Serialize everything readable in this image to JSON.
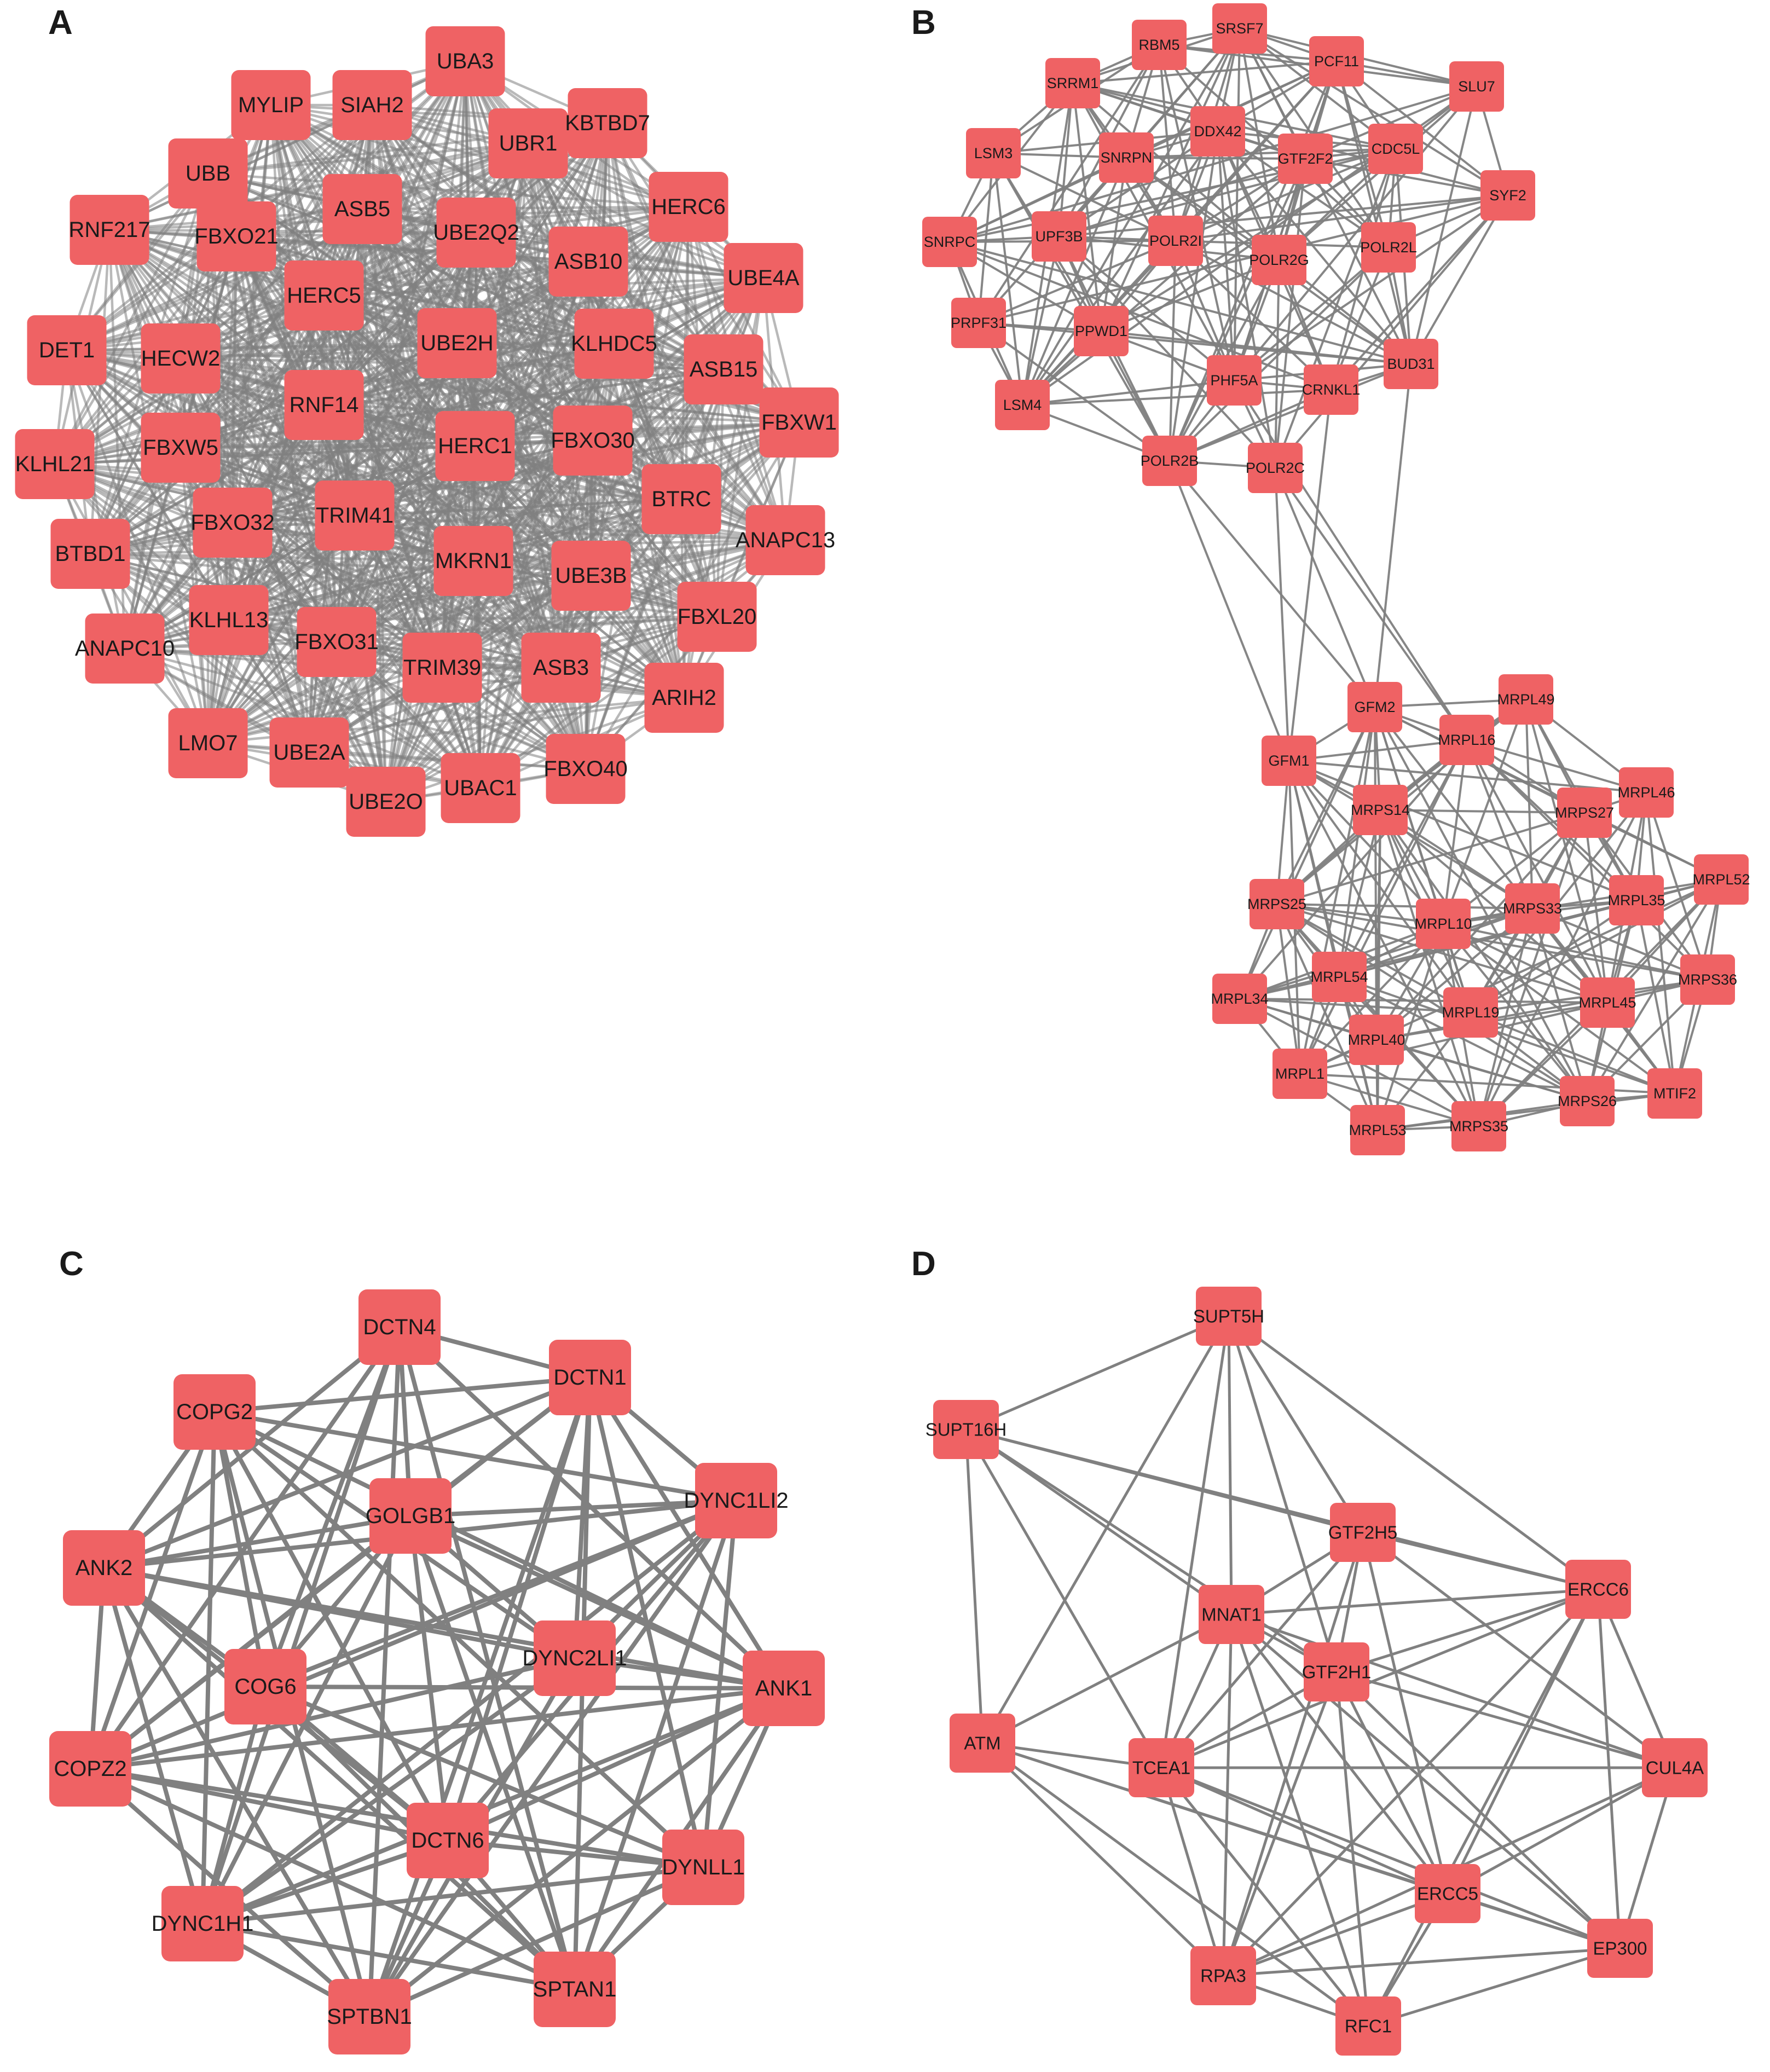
{
  "figure": {
    "background": "#ffffff",
    "node_color": "#ef6264",
    "edge_color": "#808080",
    "label_color": "#1a1a1a"
  },
  "panels": [
    {
      "id": "A",
      "letter": "A",
      "nodes": [
        "UBA3",
        "SIAH2",
        "MYLIP",
        "UBR1",
        "KBTBD7",
        "UBB",
        "ASB5",
        "UBE2Q2",
        "HERC6",
        "RNF217",
        "FBXO21",
        "HERC5",
        "ASB10",
        "UBE4A",
        "DET1",
        "HECW2",
        "UBE2H",
        "KLHDC5",
        "ASB15",
        "RNF14",
        "FBXW1",
        "KLHL21",
        "FBXW5",
        "HERC1",
        "FBXO30",
        "FBXO32",
        "TRIM41",
        "BTRC",
        "ANAPC13",
        "BTBD1",
        "MKRN1",
        "UBE3B",
        "KLHL13",
        "FBXL20",
        "ANAPC10",
        "FBXO31",
        "TRIM39",
        "ASB3",
        "ARIH2",
        "LMO7",
        "UBE2A",
        "FBXO40",
        "UBAC1",
        "UBE2O"
      ],
      "edge_density": "dense",
      "edges": []
    },
    {
      "id": "B",
      "letter": "B",
      "nodes": [
        "SRSF7",
        "RBM5",
        "PCF11",
        "SRRM1",
        "SLU7",
        "DDX42",
        "LSM3",
        "SNRPN",
        "GTF2F2",
        "CDC5L",
        "SYF2",
        "SNRPC",
        "UPF3B",
        "POLR2I",
        "POLR2G",
        "POLR2L",
        "PRPF31",
        "PPWD1",
        "PHF5A",
        "CRNKL1",
        "BUD31",
        "LSM4",
        "POLR2B",
        "POLR2C",
        "MRPL49",
        "GFM2",
        "MRPL16",
        "GFM1",
        "MRPL46",
        "MRPS14",
        "MRPS27",
        "MRPL52",
        "MRPS25",
        "MRPS33",
        "MRPL35",
        "MRPL10",
        "MRPS36",
        "MRPL54",
        "MRPL34",
        "MRPL19",
        "MRPL45",
        "MRPL40",
        "MRPL1",
        "MTIF2",
        "MRPS26",
        "MRPL53",
        "MRPS35"
      ],
      "edge_density": "two-clusters",
      "edges": [
        [
          "POLR2B",
          "GFM1"
        ],
        [
          "POLR2B",
          "GFM2"
        ],
        [
          "POLR2C",
          "GFM1"
        ],
        [
          "POLR2C",
          "MRPL16"
        ],
        [
          "CRNKL1",
          "GFM1"
        ],
        [
          "BUD31",
          "GFM2"
        ],
        [
          "PHF5A",
          "MRPL16"
        ],
        [
          "POLR2C",
          "GFM2"
        ]
      ]
    },
    {
      "id": "C",
      "letter": "C",
      "nodes": [
        "DCTN4",
        "DCTN1",
        "COPG2",
        "GOLGB1",
        "DYNC1LI2",
        "ANK2",
        "DYNC2LI1",
        "COG6",
        "ANK1",
        "COPZ2",
        "DCTN6",
        "DYNLL1",
        "DYNC1H1",
        "SPTAN1",
        "SPTBN1"
      ],
      "edge_density": "full",
      "edges": []
    },
    {
      "id": "D",
      "letter": "D",
      "nodes": [
        "SUPT5H",
        "SUPT16H",
        "GTF2H5",
        "ERCC6",
        "MNAT1",
        "GTF2H1",
        "ATM",
        "TCEA1",
        "CUL4A",
        "ERCC5",
        "EP300",
        "RPA3",
        "RFC1"
      ],
      "edge_density": "explicit",
      "edges": [
        [
          "SUPT5H",
          "SUPT16H"
        ],
        [
          "SUPT5H",
          "MNAT1"
        ],
        [
          "SUPT5H",
          "GTF2H1"
        ],
        [
          "SUPT5H",
          "ERCC6"
        ],
        [
          "SUPT5H",
          "ATM"
        ],
        [
          "SUPT5H",
          "TCEA1"
        ],
        [
          "SUPT5H",
          "GTF2H5"
        ],
        [
          "SUPT16H",
          "ATM"
        ],
        [
          "SUPT16H",
          "MNAT1"
        ],
        [
          "SUPT16H",
          "GTF2H5"
        ],
        [
          "SUPT16H",
          "TCEA1"
        ],
        [
          "SUPT16H",
          "ERCC6"
        ],
        [
          "SUPT16H",
          "GTF2H1"
        ],
        [
          "GTF2H5",
          "MNAT1"
        ],
        [
          "GTF2H5",
          "GTF2H1"
        ],
        [
          "GTF2H5",
          "ERCC6"
        ],
        [
          "GTF2H5",
          "TCEA1"
        ],
        [
          "GTF2H5",
          "ERCC5"
        ],
        [
          "GTF2H5",
          "RPA3"
        ],
        [
          "GTF2H5",
          "CUL4A"
        ],
        [
          "ERCC6",
          "MNAT1"
        ],
        [
          "ERCC6",
          "GTF2H1"
        ],
        [
          "ERCC6",
          "TCEA1"
        ],
        [
          "ERCC6",
          "CUL4A"
        ],
        [
          "ERCC6",
          "ERCC5"
        ],
        [
          "ERCC6",
          "EP300"
        ],
        [
          "ERCC6",
          "RPA3"
        ],
        [
          "ERCC6",
          "RFC1"
        ],
        [
          "MNAT1",
          "GTF2H1"
        ],
        [
          "MNAT1",
          "ATM"
        ],
        [
          "MNAT1",
          "TCEA1"
        ],
        [
          "MNAT1",
          "ERCC5"
        ],
        [
          "MNAT1",
          "RPA3"
        ],
        [
          "MNAT1",
          "CUL4A"
        ],
        [
          "MNAT1",
          "EP300"
        ],
        [
          "MNAT1",
          "RFC1"
        ],
        [
          "GTF2H1",
          "TCEA1"
        ],
        [
          "GTF2H1",
          "ERCC5"
        ],
        [
          "GTF2H1",
          "RPA3"
        ],
        [
          "GTF2H1",
          "RFC1"
        ],
        [
          "GTF2H1",
          "EP300"
        ],
        [
          "GTF2H1",
          "CUL4A"
        ],
        [
          "ATM",
          "TCEA1"
        ],
        [
          "ATM",
          "RPA3"
        ],
        [
          "ATM",
          "ERCC5"
        ],
        [
          "ATM",
          "EP300"
        ],
        [
          "ATM",
          "RFC1"
        ],
        [
          "TCEA1",
          "CUL4A"
        ],
        [
          "TCEA1",
          "ERCC5"
        ],
        [
          "TCEA1",
          "RPA3"
        ],
        [
          "TCEA1",
          "RFC1"
        ],
        [
          "TCEA1",
          "EP300"
        ],
        [
          "CUL4A",
          "ERCC5"
        ],
        [
          "CUL4A",
          "EP300"
        ],
        [
          "CUL4A",
          "RPA3"
        ],
        [
          "ERCC5",
          "EP300"
        ],
        [
          "ERCC5",
          "RPA3"
        ],
        [
          "ERCC5",
          "RFC1"
        ],
        [
          "EP300",
          "RFC1"
        ],
        [
          "EP300",
          "RPA3"
        ],
        [
          "RPA3",
          "RFC1"
        ]
      ]
    }
  ]
}
